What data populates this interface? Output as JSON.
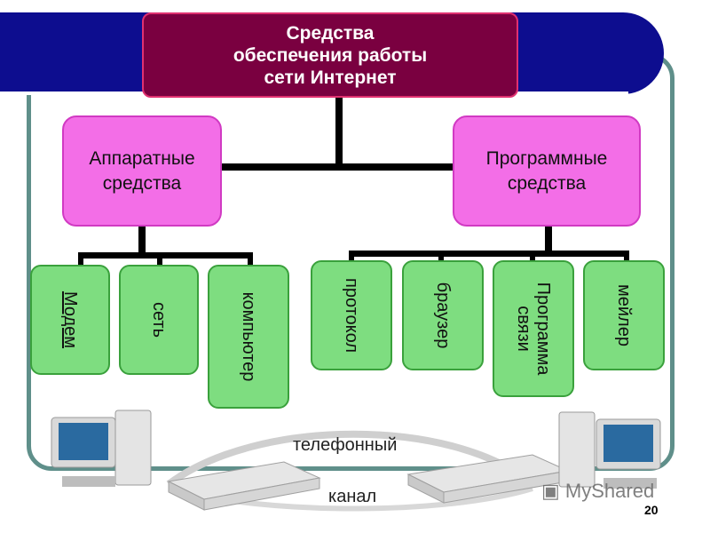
{
  "title": "Средства обеспечения работы сети Интернет",
  "title_lines": [
    "Средства",
    "обеспечения работы",
    "сети Интернет"
  ],
  "categories": {
    "hardware": {
      "lines": [
        "Аппаратные",
        "средства"
      ]
    },
    "software": {
      "lines": [
        "Программные",
        "средства"
      ]
    }
  },
  "hardware_items": [
    {
      "label": "Модем"
    },
    {
      "label": "сеть"
    },
    {
      "label": "компьютер"
    }
  ],
  "software_items": [
    {
      "label": "протокол"
    },
    {
      "label": "браузер"
    },
    {
      "label": "Программа связи",
      "lines": [
        "Программа",
        "связи"
      ]
    },
    {
      "label": "мейлер"
    }
  ],
  "illustration": {
    "cable_top": "телефонный",
    "cable_bottom": "канал"
  },
  "watermark": "MyShared",
  "page_number": "20",
  "colors": {
    "band": "#0d0d8f",
    "title_box": "#7a0040",
    "category_box": "#f36ee7",
    "leaf_box": "#7edd80"
  }
}
